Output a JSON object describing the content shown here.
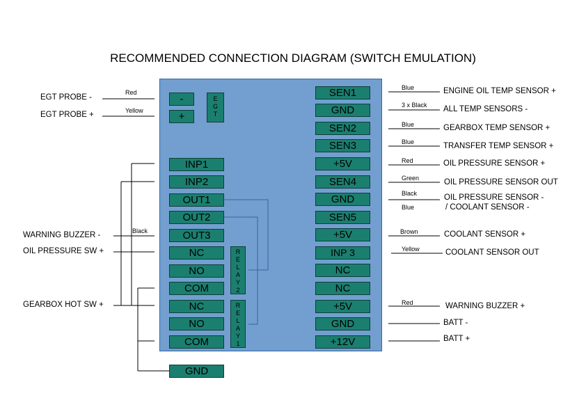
{
  "title": "RECOMMENDED CONNECTION DIAGRAM (SWITCH EMULATION)",
  "egt": {
    "minus": "-",
    "plus": "+",
    "vertical": [
      "E",
      "G",
      "T"
    ]
  },
  "left_pins": [
    "INP1",
    "INP2",
    "OUT1",
    "OUT2",
    "OUT3",
    "NC",
    "NO",
    "COM",
    "NC",
    "NO",
    "COM"
  ],
  "relay2": [
    "R",
    "E",
    "L",
    "A",
    "Y",
    "2"
  ],
  "relay1": [
    "R",
    "E",
    "L",
    "A",
    "Y",
    "1"
  ],
  "right_pins": [
    "SEN1",
    "GND",
    "SEN2",
    "SEN3",
    "+5V",
    "SEN4",
    "GND",
    "SEN5",
    "+5V",
    "INP 3",
    "NC",
    "NC",
    "+5V",
    "GND",
    "+12V"
  ],
  "gnd_pin": "GND",
  "left_labels": {
    "egt_minus": "EGT PROBE -",
    "egt_plus": "EGT PROBE +",
    "warning_buzzer": "WARNING BUZZER -",
    "oil_pressure_sw": "OIL PRESSURE SW  +",
    "gearbox_hot_sw": "GEARBOX HOT SW +"
  },
  "left_wires": {
    "red": "Red",
    "yellow": "Yellow",
    "black": "Black"
  },
  "right_labels": [
    "ENGINE OIL TEMP SENSOR +",
    "ALL TEMP SENSORS -",
    "GEARBOX TEMP SENSOR +",
    "TRANSFER TEMP SENSOR +",
    "OIL PRESSURE SENSOR +",
    "OIL PRESSURE SENSOR OUT",
    "OIL PRESSURE  SENSOR -",
    "/ COOLANT SENSOR  -",
    "COOLANT SENSOR +",
    "COOLANT SENSOR OUT",
    "WARNING BUZZER +",
    "BATT -",
    "BATT +"
  ],
  "right_wires": [
    "Blue",
    "3 x Black",
    "Blue",
    "Blue",
    "Red",
    "Green",
    "Black",
    "Blue",
    "Brown",
    "Yellow",
    "Red"
  ],
  "colors": {
    "board": "#729fcf",
    "pin": "#1b7f6f",
    "wire_blue": "#3465a4"
  }
}
